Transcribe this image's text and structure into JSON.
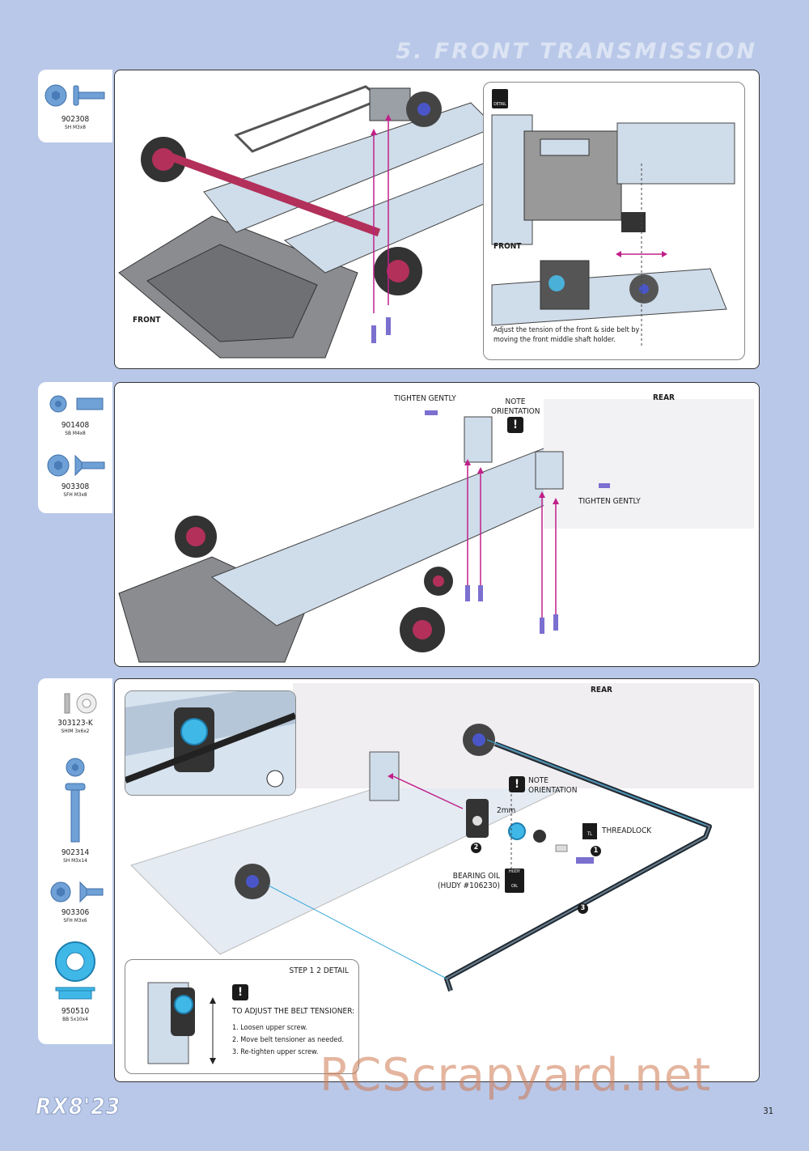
{
  "header": {
    "title": "5. FRONT TRANSMISSION"
  },
  "step1": {
    "parts": [
      {
        "number": "902308",
        "desc": "SH M3x8"
      }
    ],
    "label_front": "FRONT",
    "detail": {
      "icon_label": "DETAIL",
      "label_front": "FRONT",
      "note": "Adjust the tension of the front & side belt by moving the front middle shaft holder."
    }
  },
  "step2": {
    "parts": [
      {
        "number": "901408",
        "desc": "SB M4x8"
      },
      {
        "number": "903308",
        "desc": "SFH M3x8"
      }
    ],
    "tighten1": "TIGHTEN GENTLY",
    "note": "NOTE ORIENTATION",
    "label_rear": "REAR",
    "tighten2": "TIGHTEN GENTLY"
  },
  "step3": {
    "parts": [
      {
        "number": "303123-K",
        "desc": "SHIM 3x6x2"
      },
      {
        "number": "902314",
        "desc": "SH M3x14"
      },
      {
        "number": "903306",
        "desc": "SFH M3x6"
      },
      {
        "number": "950510",
        "desc": "BB 5x10x4"
      }
    ],
    "label_rear": "REAR",
    "note": "NOTE ORIENTATION",
    "dim": "2mm",
    "threadlock": "THREADLOCK",
    "threadlock_icon": "TL",
    "oil_label": "BEARING OIL",
    "oil_ref": "(HUDY #106230)",
    "oil_icon_top": "HUDY",
    "oil_icon_bottom": "OIL",
    "callout_1": "1",
    "callout_2": "2",
    "callout_3": "3",
    "detail": {
      "title": "STEP 1 2 DETAIL",
      "heading": "TO ADJUST THE BELT TENSIONER:",
      "items": [
        "1. Loosen upper screw.",
        "2. Move belt tensioner as needed.",
        "3. Re-tighten upper screw."
      ]
    }
  },
  "footer": {
    "logo": "RX8'23",
    "page": "31",
    "watermark": "RCScrapyard.net"
  },
  "colors": {
    "page_bg": "#b9c8e8",
    "anodized_blue": "#6fa0d6",
    "pink_arrow": "#c0208a",
    "purple_screw": "#7b6fd0"
  }
}
